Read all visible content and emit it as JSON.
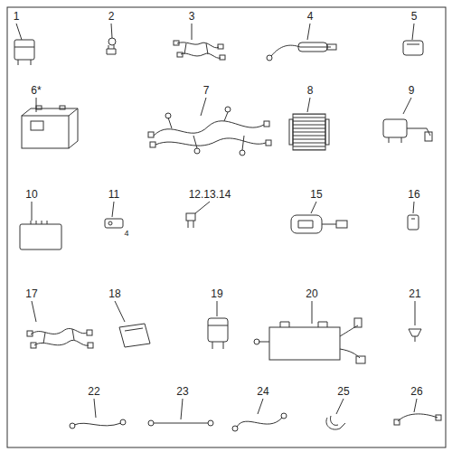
{
  "diagram": {
    "labels": [
      "1",
      "2",
      "3",
      "4",
      "5",
      "6*",
      "7",
      "8",
      "9",
      "10",
      "11",
      "4",
      "12.13.14",
      "15",
      "16",
      "17",
      "18",
      "19",
      "20",
      "21",
      "22",
      "23",
      "24",
      "25",
      "26"
    ]
  }
}
